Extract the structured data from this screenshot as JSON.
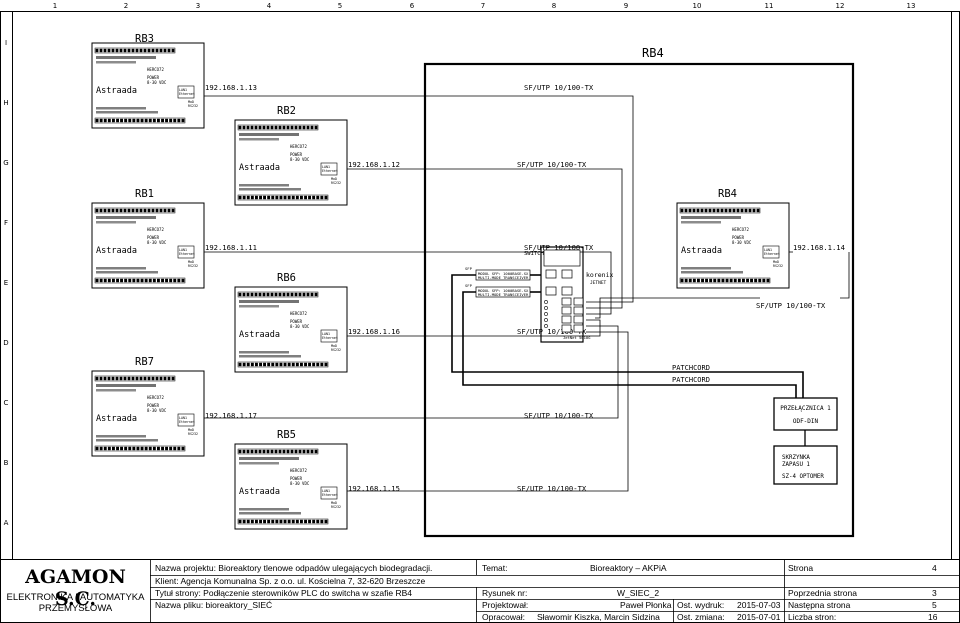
{
  "grid": {
    "columns": [
      "1",
      "2",
      "3",
      "4",
      "5",
      "6",
      "7",
      "8",
      "9",
      "10",
      "11",
      "12",
      "13"
    ],
    "rows": [
      "I",
      "H",
      "G",
      "F",
      "E",
      "D",
      "C",
      "B",
      "A"
    ]
  },
  "cabinet": {
    "label": "RB4"
  },
  "controllers": [
    {
      "title": "RB3",
      "brand": "Astraada",
      "ip": "192.168.1.13",
      "cable": "SF/UTP 10/100-TX"
    },
    {
      "title": "RB2",
      "brand": "Astraada",
      "ip": "192.168.1.12",
      "cable": "SF/UTP 10/100-TX"
    },
    {
      "title": "RB1",
      "brand": "Astraada",
      "ip": "192.168.1.11",
      "cable": "SF/UTP 10/100-TX"
    },
    {
      "title": "RB6",
      "brand": "Astraada",
      "ip": "192.168.1.16",
      "cable": "SF/UTP 10/100-TX"
    },
    {
      "title": "RB7",
      "brand": "Astraada",
      "ip": "192.168.1.17",
      "cable": "SF/UTP 10/100-TX"
    },
    {
      "title": "RB5",
      "brand": "Astraada",
      "ip": "192.168.1.15",
      "cable": "SF/UTP 10/100-TX"
    },
    {
      "title": "RB4",
      "brand": "Astraada",
      "ip": "192.168.1.14",
      "cable": "SF/UTP 10/100-TX"
    }
  ],
  "module_text": {
    "model": "HERCO72",
    "power": "POWER",
    "voltage": "8-30 VDC",
    "lan": "LAN1",
    "eth": "Ethernet",
    "rs": "MoD",
    "rs232": "RS232"
  },
  "switch": {
    "label": "SWITCH",
    "brand": "korenix",
    "model": "JETNET",
    "footer": "JetNet 5010G",
    "sfp1": "MODUL SFP: 1000BASE-SX",
    "sfp1b": "MULTI-MODE TRANSCEIVER",
    "sfp2": "MODUL SFP: 1000BASE-SX",
    "sfp2b": "MULTI-MODE TRANSCEIVER",
    "sfp_tag": "SFP"
  },
  "patchcords": [
    "PATCHCORD",
    "PATCHCORD"
  ],
  "patch_panel": {
    "title": "PRZEŁĄCZNICA 1",
    "sub": "ODF-DIN"
  },
  "spare_box": {
    "title": "SKRZYNKA ZAPASU 1",
    "sub": "SZ-4 OPTOMER"
  },
  "title_block": {
    "company": "AGAMON S.C.",
    "company_sub1": "ELEKTRONIKA I AUTOMATYKA",
    "company_sub2": "PRZEMYSŁOWA",
    "project": "Nazwa projektu: Bioreaktory tlenowe odpadów ulegających biodegradacji.",
    "client": "Klient: Agencja Komunalna Sp. z o.o. ul. Kościelna 7, 32-620 Brzeszcze",
    "page_title": "Tytuł strony: Podłączenie sterowników PLC do switcha w szafie RB4",
    "file": "Nazwa pliku: bioreaktory_SIEĆ",
    "topic_label": "Temat:",
    "topic_value": "Bioreaktory – AKPiA",
    "page_label": "Strona",
    "page_value": "4",
    "drawing_label": "Rysunek nr:",
    "drawing_value": "W_SIEC_2",
    "prev_label": "Poprzednia strona",
    "prev_value": "3",
    "designer_label": "Projektował:",
    "designer_value": "Paweł Płonka",
    "issue_label": "Ost. wydruk:",
    "issue_value": "2015-07-03",
    "next_label": "Następna strona",
    "next_value": "5",
    "drafted_label": "Opracował:",
    "drafted_value": "Sławomir Kiszka, Marcin Sidzina",
    "change_label": "Ost. zmiana:",
    "change_value": "2015-07-01",
    "count_label": "Liczba stron:",
    "count_value": "16"
  }
}
